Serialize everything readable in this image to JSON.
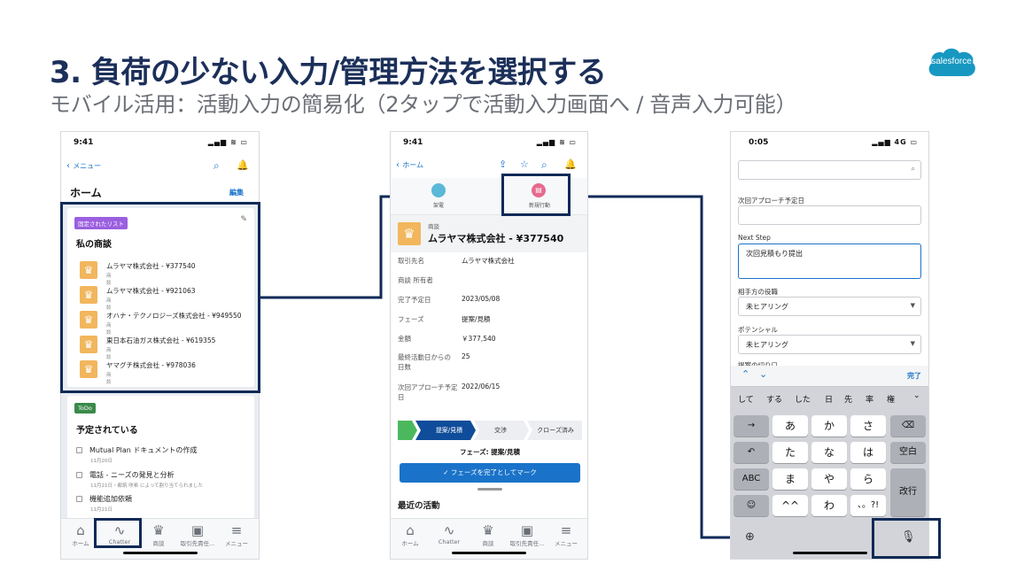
{
  "slide": {
    "title": "3. 負荷の少ない入力/管理方法を選択する",
    "subtitle": "モバイル活用：活動入力の簡易化（2タップで活動入力画面へ / 音声入力可能）",
    "logo": "salesforce"
  },
  "phone1": {
    "time": "9:41",
    "signal": "▂▄▆ ≋ ▭",
    "back": "メニュー",
    "title": "ホーム",
    "edit": "編集",
    "pinned_badge": "固定されたリスト",
    "section_title": "私の商談",
    "opportunities": [
      {
        "name": "ムラヤマ株式会社 - ¥377540",
        "type": "商談"
      },
      {
        "name": "ムラヤマ株式会社 - ¥921063",
        "type": "商談"
      },
      {
        "name": "オハナ・テクノロジーズ株式会社 - ¥949550",
        "type": "商談"
      },
      {
        "name": "東日本石油ガス株式会社 - ¥619355",
        "type": "商談"
      },
      {
        "name": "ヤマグチ株式会社 - ¥978036",
        "type": "商談"
      }
    ],
    "todo_badge": "ToDo",
    "todo_title": "予定されている",
    "tasks": [
      {
        "name": "Mutual Plan ドキュメントの作成",
        "sub": "11月20日"
      },
      {
        "name": "電話 - ニーズの発見と分析",
        "sub": "11月21日・都筑 咲希 によって割り当てられました"
      },
      {
        "name": "機能追加依頼",
        "sub": "11月21日"
      }
    ],
    "tabs": [
      "ホーム",
      "Chatter",
      "商談",
      "取引先責任...",
      "メニュー"
    ]
  },
  "phone2": {
    "time": "9:41",
    "signal": "▂▄▆ ≋ ▭",
    "back": "ホーム",
    "actions": [
      "架電",
      "新規行動"
    ],
    "record_type": "商談",
    "record_title": "ムラヤマ株式会社 - ¥377540",
    "fields": [
      {
        "label": "取引先名",
        "value": "ムラヤマ株式会社",
        "link": true
      },
      {
        "label": "商談 所有者",
        "value": ""
      },
      {
        "label": "完了予定日",
        "value": "2023/05/08"
      },
      {
        "label": "フェーズ",
        "value": "提案/見積"
      },
      {
        "label": "金額",
        "value": "￥377,540"
      },
      {
        "label": "最終活動日からの日数",
        "value": "25"
      },
      {
        "label": "次回アプローチ予定日",
        "value": "2022/06/15"
      }
    ],
    "path": [
      "提案/見積",
      "交渉",
      "クローズ済み"
    ],
    "phase_label": "フェーズ: 提案/見積",
    "complete_button": "✓ フェーズを完了としてマーク",
    "recent": "最近の活動",
    "tabs": [
      "ホーム",
      "Chatter",
      "商談",
      "取引先責任...",
      "メニュー"
    ]
  },
  "phone3": {
    "time": "0:05",
    "signal": "▂▄▆ 4G ▭",
    "labels": {
      "next_approach": "次回アプローチ予定日",
      "next_step": "Next Step",
      "role": "相手方の役職",
      "potential": "ポテンシャル",
      "cut": "提案の切り口"
    },
    "next_step_value": "次回見積もり提出",
    "role_value": "未ヒアリング",
    "potential_value": "未ヒアリング",
    "done": "完了",
    "candidates": [
      "して",
      "する",
      "した",
      "日",
      "先",
      "率",
      "権"
    ],
    "keys": {
      "row1": [
        "→",
        "あ",
        "か",
        "さ",
        "⌫"
      ],
      "row2": [
        "↶",
        "た",
        "な",
        "は",
        "空白"
      ],
      "row3": [
        "ABC",
        "ま",
        "や",
        "ら",
        "改行"
      ],
      "row4": [
        "☺",
        "^^",
        "わ",
        "、。?!"
      ]
    }
  },
  "colors": {
    "title": "#1b2f59",
    "accent": "#1a73c9",
    "highlight": "#0f2a57",
    "crown": "#f2b65d"
  }
}
